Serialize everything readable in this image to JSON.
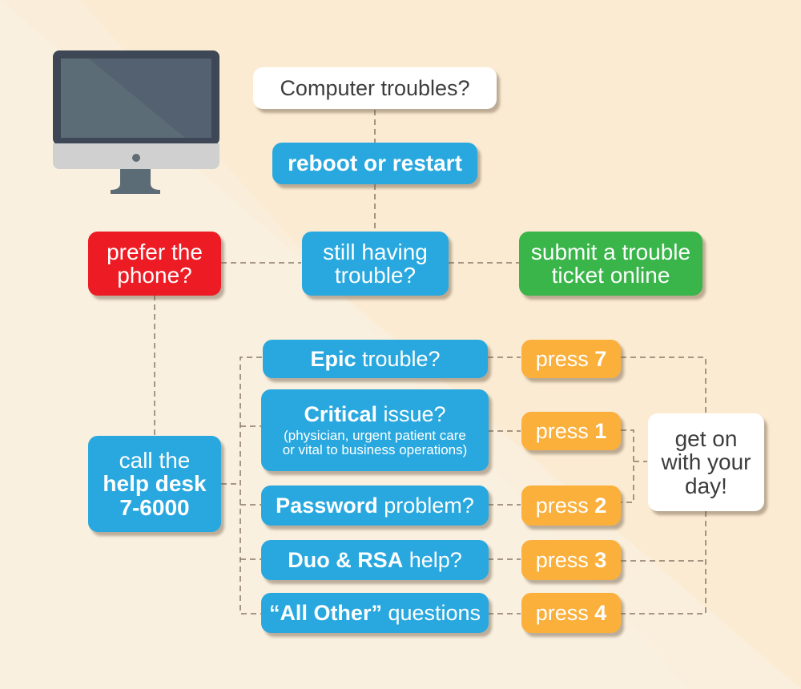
{
  "colors": {
    "background": "#faf0df",
    "blue": "#29a8df",
    "red": "#ed1c24",
    "green": "#39b54a",
    "orange": "#fbb03b",
    "white": "#ffffff",
    "connector": "#8a7868"
  },
  "icon": {
    "name": "desktop-monitor-icon"
  },
  "nodes": {
    "start": "Computer troubles?",
    "reboot": "reboot or restart",
    "still": {
      "line1": "still having",
      "line2": "trouble?"
    },
    "phone": {
      "line1": "prefer the",
      "line2": "phone?"
    },
    "ticket": {
      "line1": "submit a trouble",
      "line2": "ticket online"
    },
    "helpdesk": {
      "line1": "call the",
      "line2": "help desk",
      "line3": "7-6000"
    },
    "done": {
      "line1": "get on",
      "line2": "with your",
      "line3": "day!"
    }
  },
  "options": [
    {
      "bold": "Epic",
      "rest": " trouble?",
      "note1": "",
      "note2": "",
      "press_label": "press ",
      "key": "7"
    },
    {
      "bold": "Critical",
      "rest": " issue?",
      "note1": "(physician, urgent patient care",
      "note2": "or vital to business operations)",
      "press_label": "press ",
      "key": "1"
    },
    {
      "bold": "Password",
      "rest": " problem?",
      "note1": "",
      "note2": "",
      "press_label": "press ",
      "key": "2"
    },
    {
      "bold": "Duo & RSA",
      "rest": " help?",
      "note1": "",
      "note2": "",
      "press_label": "press ",
      "key": "3"
    },
    {
      "bold": "“All Other”",
      "rest": " questions",
      "note1": "",
      "note2": "",
      "press_label": "press ",
      "key": "4"
    }
  ]
}
